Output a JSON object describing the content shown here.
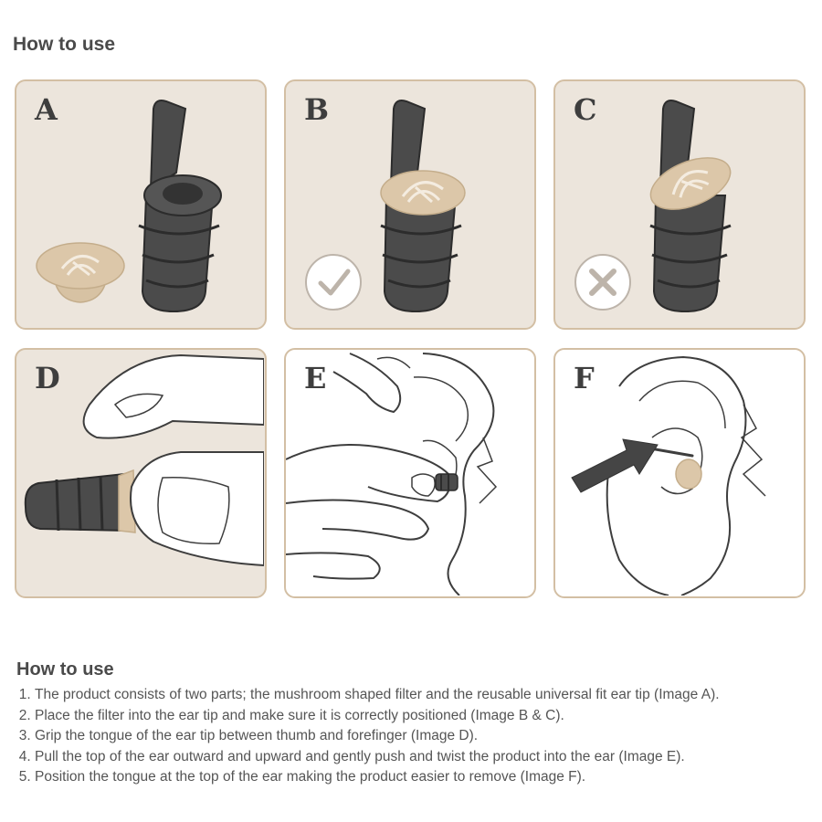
{
  "page": {
    "title": "How to use"
  },
  "panels": [
    {
      "letter": "A"
    },
    {
      "letter": "B"
    },
    {
      "letter": "C"
    },
    {
      "letter": "D"
    },
    {
      "letter": "E"
    },
    {
      "letter": "F"
    }
  ],
  "instructions": {
    "heading": "How to use",
    "steps": [
      "The product consists of two parts; the mushroom shaped filter and the reusable universal fit ear tip (Image A).",
      "Place the filter into the ear tip and make sure it is correctly positioned (Image B & C).",
      "Grip the tongue of the ear tip between thumb and forefinger (Image D).",
      "Pull the top of the ear outward and upward and gently push and twist the product into the ear (Image E).",
      "Position the tongue at the top of the ear making the product easier to remove (Image F)."
    ]
  },
  "icons": {
    "panel_b": "checkmark-icon",
    "panel_c": "cross-icon",
    "panel_f": "arrow-icon"
  },
  "colors": {
    "panel_border": "#d3bfa4",
    "panel_background": "#ece5dc",
    "earplug_dark": "#4b4b4b",
    "filter_beige": "#dcc7a9"
  }
}
